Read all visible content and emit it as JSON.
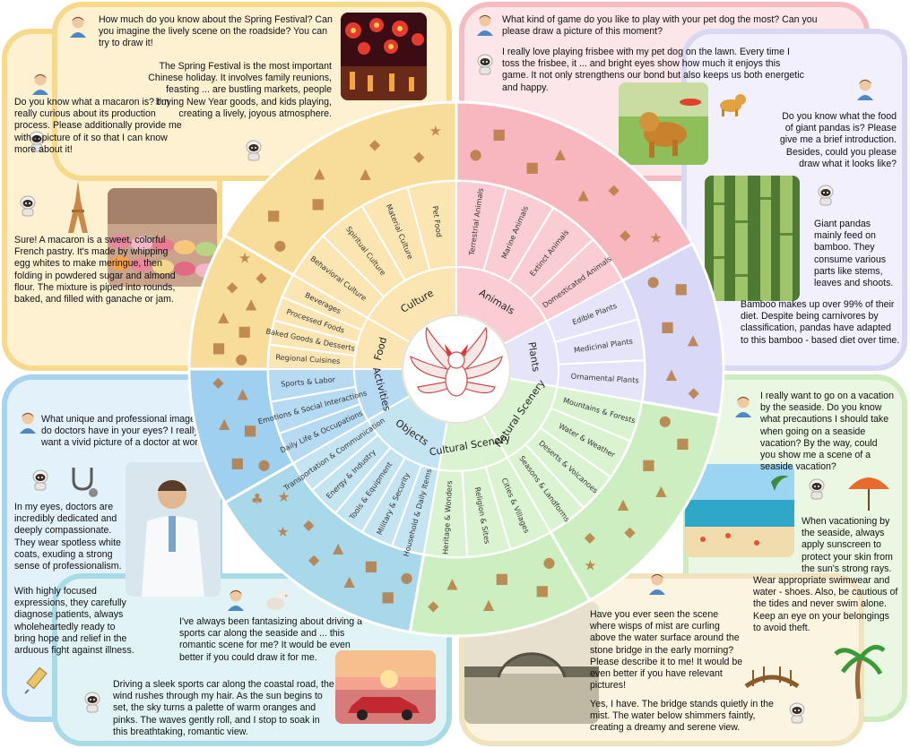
{
  "center": {
    "emblem": "nine-tailed-fox-icon"
  },
  "wheel": {
    "outer_colors": {
      "culture": "#f8dd9a",
      "food": "#f8dd9a",
      "animals": "#f6b7bf",
      "plants": "#d9d8f6",
      "scenery": "#cdeec0",
      "objects": "#a9d8ea",
      "activities": "#9fd0ef"
    },
    "inner_colors": {
      "culture": "#fbe6b3",
      "food": "#fbe6b3",
      "animals": "#f9cdd2",
      "plants": "#e5e4f8",
      "scenery": "#dcf3d2",
      "objects": "#c5e4f1",
      "activities": "#b6daf2"
    },
    "categories": [
      {
        "key": "culture",
        "label": "Culture",
        "sub": [
          "Behavioral Culture",
          "Spiritual Culture",
          "Material Culture",
          "Pet Food"
        ]
      },
      {
        "key": "animals",
        "label": "Animals",
        "sub": [
          "Terrestrial Animals",
          "Marine Animals",
          "Extinct Animals",
          "Domesticated Animals"
        ]
      },
      {
        "key": "plants",
        "label": "Plants",
        "sub": [
          "Edible Plants",
          "Medicinal Plants",
          "Ornamental Plants"
        ]
      },
      {
        "key": "scenery",
        "label": "Natural Scenery",
        "sub": [
          "Mountains & Forests",
          "Water & Weather",
          "Deserts & Volcanoes",
          "Seasons & Landforms"
        ]
      },
      {
        "key": "cultural",
        "label": "Cultural Scenery",
        "sub": [
          "Cities & Villages",
          "Religion & Sites",
          "Heritage & Wonders"
        ]
      },
      {
        "key": "objects",
        "label": "Objects",
        "sub": [
          "Household & Daily Items",
          "Military & Security",
          "Tools & Equipment",
          "Energy & Industry",
          "Transportation & Communication"
        ]
      },
      {
        "key": "activities",
        "label": "Activities",
        "sub": [
          "Daily Life & Occupations",
          "Emotions & Social Interactions",
          "Sports & Labor"
        ]
      },
      {
        "key": "food",
        "label": "Food",
        "sub": [
          "Regional Cuisines",
          "Baked Goods & Desserts",
          "Processed Foods",
          "Beverages"
        ]
      }
    ]
  },
  "panels": {
    "spring": {
      "question": "How much do you know about the Spring Festival? Can you imagine the lively scene on the roadside? You can try to draw it!",
      "answer": "The Spring Festival is the most important Chinese holiday. It involves family reunions, feasting ... are bustling markets, people buying New Year goods, and kids playing, creating a lively, joyous atmosphere."
    },
    "pet": {
      "question": "What kind of game do you like to play with your pet dog the most? Can you please draw a picture of this moment?",
      "answer": "I really love playing frisbee with my pet dog on the lawn. Every time I toss the frisbee, it ... and bright eyes show how much it enjoys this game. It not only strengthens our bond but also keeps us both energetic and happy."
    },
    "macaron": {
      "question": "Do you know what a macaron is? I'm really curious about its production process. Please additionally provide me with a picture of it so that I can know more about it!",
      "answer": "Sure! A macaron is a sweet, colorful French pastry. It's made by whipping egg whites to make meringue, then folding in powdered sugar and almond flour. The mixture is piped into rounds, baked, and filled with ganache or jam."
    },
    "panda": {
      "question": "Do you know what the food of giant pandas is? Please give me a brief introduction. Besides, could you please draw what it looks like?",
      "answer1": "Giant pandas mainly feed on bamboo. They consume various parts like stems, leaves and shoots.",
      "answer2": "Bamboo makes up over 99% of their diet. Despite being carnivores by classification, pandas have adapted to this bamboo - based diet over time."
    },
    "doctor": {
      "question": "What unique and professional images do doctors have in your eyes? I really want a vivid picture of a doctor at work!",
      "answer1": "In my eyes, doctors are incredibly dedicated and deeply compassionate. They wear spotless white coats, exuding a strong sense of professionalism.",
      "answer2": "With highly focused expressions, they carefully diagnose patients, always wholeheartedly ready to bring hope and relief in the arduous fight against illness."
    },
    "seaside": {
      "question": "I really want to go on a vacation by the seaside. Do you know what precautions I should take when going on a seaside vacation? By the way, could you show me a scene of a seaside vacation?",
      "answer1": "When vacationing by the seaside, always apply sunscreen to protect your skin from the sun's strong rays.",
      "answer2": "Wear appropriate swimwear and water - shoes. Also, be cautious of the tides and never swim alone. Keep an eye on your belongings to avoid theft."
    },
    "car": {
      "question": "I've always been fantasizing about driving a sports car along the seaside and ... this romantic scene for me? It would be even better if you could draw it for me.",
      "answer": "Driving a sleek sports car along the coastal road, the wind rushes through my hair. As the sun begins to set, the sky turns a palette of warm oranges and pinks. The waves gently roll, and I stop to soak in this breathtaking, romantic view."
    },
    "bridge": {
      "question": "Have you ever seen the scene where wisps of mist are curling above the water surface around the stone bridge in the early morning? Please describe it to me! It would be even better if you have relevant pictures!",
      "answer": "Yes, I have. The bridge stands quietly in the mist. The water below shimmers faintly, creating a dreamy and serene view."
    }
  },
  "colors": {
    "yellow_border": "#f7d98b",
    "yellow_fill": "#fdf1d2",
    "pink_border": "#f6bcc4",
    "pink_fill": "#fde6e9",
    "lavender_border": "#d8d7f4",
    "lavender_fill": "#f1f0fc",
    "green_border": "#cdebbf",
    "green_fill": "#eaf7e2",
    "blue_border": "#a8d3ee",
    "blue_fill": "#e3f1fb",
    "teal_border": "#a9dbe5",
    "teal_fill": "#e2f3f6",
    "sand_border": "#efe2bd",
    "sand_fill": "#fbf4e1"
  }
}
